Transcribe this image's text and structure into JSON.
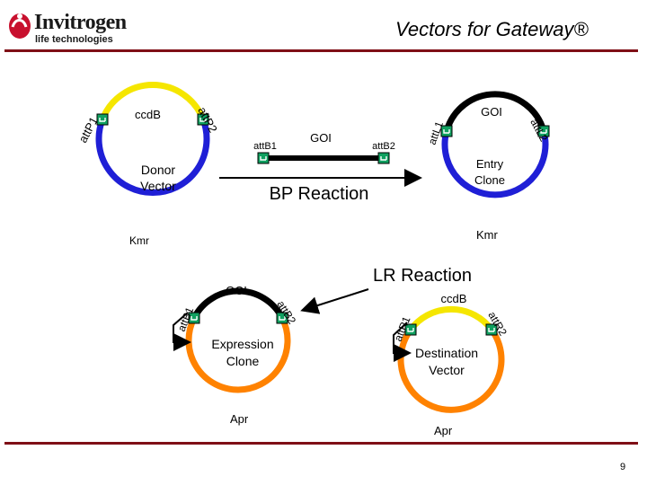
{
  "header": {
    "brand": "Invitrogen",
    "tagline": "life technologies",
    "title": "Vectors for Gateway®"
  },
  "page_number": "9",
  "donor_vector": {
    "label_line1": "Donor",
    "label_line2": "Vector",
    "marker": "ccdB",
    "site_left": "attP1",
    "site_right": "attP2",
    "resistance": "Kmr"
  },
  "insert": {
    "gene": "GOI",
    "site_left": "attB1",
    "site_right": "attB2"
  },
  "bp_reaction": "BP Reaction",
  "entry_clone": {
    "label_line1": "Entry",
    "label_line2": "Clone",
    "gene": "GOI",
    "site_left": "attL1",
    "site_right": "attL2",
    "resistance": "Kmr"
  },
  "lr_reaction": "LR Reaction",
  "expression_clone": {
    "label_line1": "Expression",
    "label_line2": "Clone",
    "gene": "GOI",
    "site_left": "attB1",
    "site_right": "attB2",
    "resistance": "Apr"
  },
  "destination_vector": {
    "label_line1": "Destination",
    "label_line2": "Vector",
    "marker": "ccdB",
    "site_left": "attR1",
    "site_right": "attR2",
    "resistance": "Apr"
  },
  "colors": {
    "blue": "#1f1fd6",
    "yellow": "#f5e600",
    "orange": "#ff8200",
    "black": "#000000",
    "green": "#10a060",
    "rule": "#7f0f16",
    "logo_red": "#c8102e"
  }
}
